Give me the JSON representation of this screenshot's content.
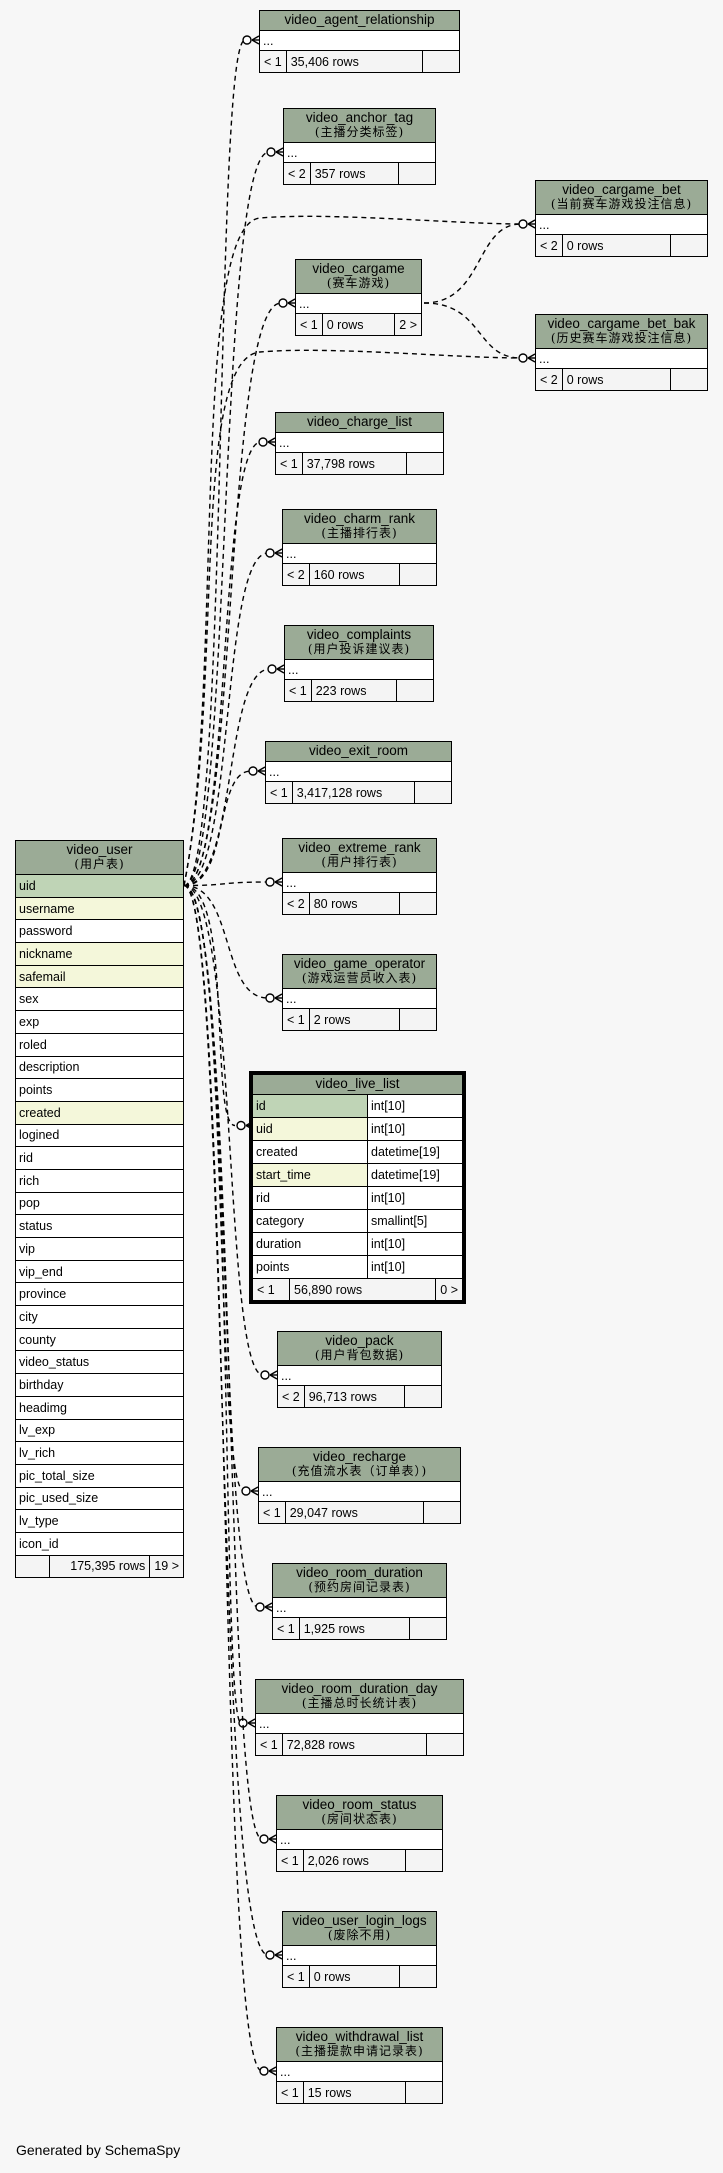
{
  "colors": {
    "header": "#9bab96",
    "primary_key": "#bfd4b6",
    "indexed": "#f4f7da",
    "background": "#f7f7f7"
  },
  "video_user": {
    "name": "video_user",
    "sub": "(用户表)",
    "columns": [
      "uid",
      "username",
      "password",
      "nickname",
      "safemail",
      "sex",
      "exp",
      "roled",
      "description",
      "points",
      "created",
      "logined",
      "rid",
      "rich",
      "pop",
      "status",
      "vip",
      "vip_end",
      "province",
      "city",
      "county",
      "video_status",
      "birthday",
      "headimg",
      "lv_exp",
      "lv_rich",
      "pic_total_size",
      "pic_used_size",
      "lv_type",
      "icon_id"
    ],
    "rows": "175,395 rows",
    "children": "19 >"
  },
  "live_list": {
    "name": "video_live_list",
    "columns": [
      {
        "name": "id",
        "type": "int[10]"
      },
      {
        "name": "uid",
        "type": "int[10]"
      },
      {
        "name": "created",
        "type": "datetime[19]"
      },
      {
        "name": "start_time",
        "type": "datetime[19]"
      },
      {
        "name": "rid",
        "type": "int[10]"
      },
      {
        "name": "category",
        "type": "smallint[5]"
      },
      {
        "name": "duration",
        "type": "int[10]"
      },
      {
        "name": "points",
        "type": "int[10]"
      }
    ],
    "parents": "< 1",
    "rows": "56,890 rows",
    "children": "0 >"
  },
  "tables": [
    {
      "name": "video_agent_relationship",
      "sub": "",
      "ellipsis": "...",
      "parents": "< 1",
      "rows": "35,406 rows"
    },
    {
      "name": "video_anchor_tag",
      "sub": "(主播分类标签)",
      "ellipsis": "...",
      "parents": "< 2",
      "rows": "357 rows"
    },
    {
      "name": "video_cargame_bet",
      "sub": "(当前赛车游戏投注信息)",
      "ellipsis": "...",
      "parents": "< 2",
      "rows": "0 rows"
    },
    {
      "name": "video_cargame",
      "sub": "(赛车游戏)",
      "ellipsis": "...",
      "parents": "< 1",
      "rows": "0 rows",
      "children": "2 >"
    },
    {
      "name": "video_cargame_bet_bak",
      "sub": "(历史赛车游戏投注信息)",
      "ellipsis": "...",
      "parents": "< 2",
      "rows": "0 rows"
    },
    {
      "name": "video_charge_list",
      "sub": "",
      "ellipsis": "...",
      "parents": "< 1",
      "rows": "37,798 rows"
    },
    {
      "name": "video_charm_rank",
      "sub": "(主播排行表)",
      "ellipsis": "...",
      "parents": "< 2",
      "rows": "160 rows"
    },
    {
      "name": "video_complaints",
      "sub": "(用户投诉建议表)",
      "ellipsis": "...",
      "parents": "< 1",
      "rows": "223 rows"
    },
    {
      "name": "video_exit_room",
      "sub": "",
      "ellipsis": "...",
      "parents": "< 1",
      "rows": "3,417,128 rows"
    },
    {
      "name": "video_extreme_rank",
      "sub": "(用户排行表)",
      "ellipsis": "...",
      "parents": "< 2",
      "rows": "80 rows"
    },
    {
      "name": "video_game_operator",
      "sub": "(游戏运营员收入表)",
      "ellipsis": "...",
      "parents": "< 1",
      "rows": "2 rows"
    },
    {
      "name": "video_pack",
      "sub": "(用户背包数据)",
      "ellipsis": "...",
      "parents": "< 2",
      "rows": "96,713 rows"
    },
    {
      "name": "video_recharge",
      "sub": "(充值流水表（订单表）)",
      "ellipsis": "...",
      "parents": "< 1",
      "rows": "29,047 rows"
    },
    {
      "name": "video_room_duration",
      "sub": "(预约房间记录表)",
      "ellipsis": "...",
      "parents": "< 1",
      "rows": "1,925 rows"
    },
    {
      "name": "video_room_duration_day",
      "sub": "(主播总时长统计表)",
      "ellipsis": "...",
      "parents": "< 1",
      "rows": "72,828 rows"
    },
    {
      "name": "video_room_status",
      "sub": "(房间状态表)",
      "ellipsis": "...",
      "parents": "< 1",
      "rows": "2,026 rows"
    },
    {
      "name": "video_user_login_logs",
      "sub": "(废除不用)",
      "ellipsis": "...",
      "parents": "< 1",
      "rows": "0 rows"
    },
    {
      "name": "video_withdrawal_list",
      "sub": "(主播提款申请记录表)",
      "ellipsis": "...",
      "parents": "< 1",
      "rows": "15 rows"
    }
  ],
  "footer": "Generated by SchemaSpy"
}
